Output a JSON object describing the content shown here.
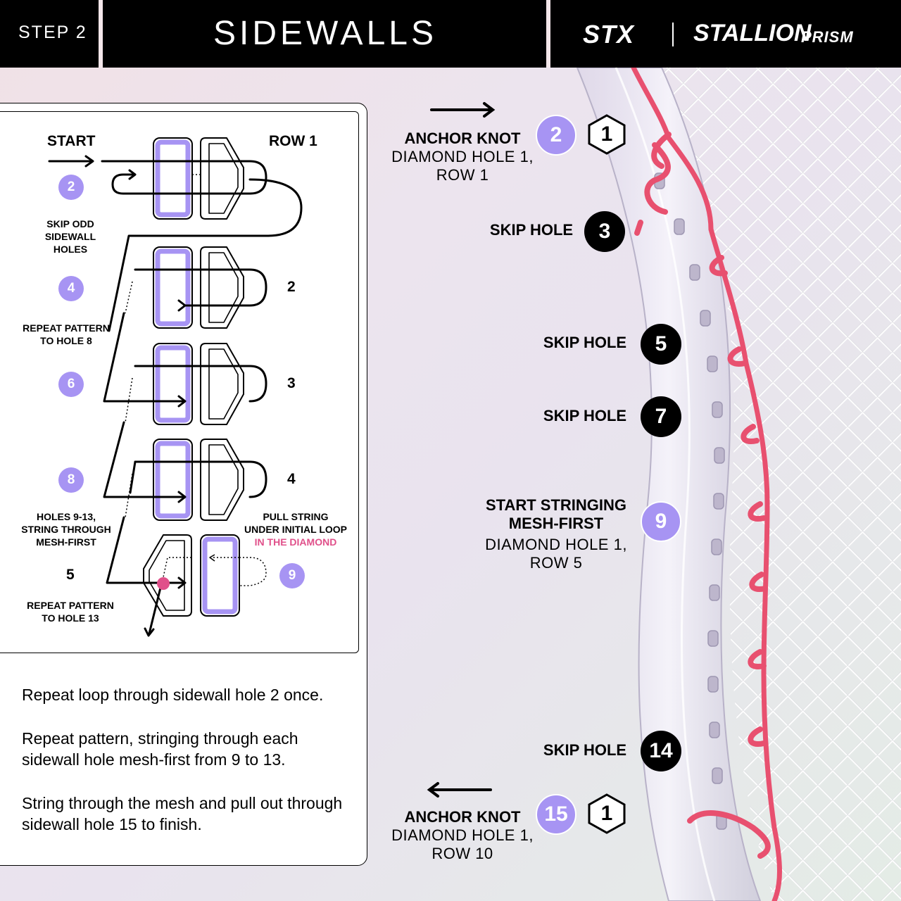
{
  "header": {
    "step": "STEP 2",
    "title": "SIDEWALLS",
    "brand": "STX",
    "product": "STALLION",
    "product_suffix": "PRISM"
  },
  "diagram": {
    "start_label": "START",
    "row1_label": "ROW 1",
    "row_numbers": [
      "2",
      "3",
      "4",
      "5"
    ],
    "circles": [
      "2",
      "4",
      "6",
      "8",
      "9"
    ],
    "notes": {
      "skip_odd": [
        "SKIP ODD",
        "SIDEWALL",
        "HOLES"
      ],
      "repeat_8": [
        "REPEAT PATTERN",
        "TO HOLE 8"
      ],
      "holes_9_13": [
        "HOLES 9-13,",
        "STRING THROUGH",
        "MESH-FIRST"
      ],
      "pull_string": [
        "PULL STRING",
        "UNDER INITIAL LOOP"
      ],
      "in_diamond": "IN THE DIAMOND",
      "repeat_13": [
        "REPEAT PATTERN",
        "TO HOLE 13"
      ]
    }
  },
  "instructions": [
    "Repeat loop through sidewall hole 2 once.",
    "Repeat pattern, stringing through each sidewall hole mesh-first from 9 to 13.",
    "String through the mesh and pull out through sidewall hole 15 to finish."
  ],
  "annotations": {
    "anchor_top": {
      "title": "ANCHOR KNOT",
      "line1": "DIAMOND HOLE 1,",
      "line2": "ROW 1",
      "sidewall": "2",
      "diamond": "1"
    },
    "skip3": {
      "label": "SKIP HOLE",
      "hole": "3"
    },
    "skip5": {
      "label": "SKIP HOLE",
      "hole": "5"
    },
    "skip7": {
      "label": "SKIP HOLE",
      "hole": "7"
    },
    "start9": {
      "title1": "START STRINGING",
      "title2": "MESH-FIRST",
      "line1": "DIAMOND HOLE 1,",
      "line2": "ROW 5",
      "hole": "9"
    },
    "skip14": {
      "label": "SKIP HOLE",
      "hole": "14"
    },
    "anchor_bottom": {
      "title": "ANCHOR KNOT",
      "line1": "DIAMOND HOLE 1,",
      "line2": "ROW 10",
      "sidewall": "15",
      "diamond": "1"
    }
  },
  "colors": {
    "accent_purple": "#a794f3",
    "string_pink": "#e8506f",
    "pink_text": "#e0508a"
  }
}
